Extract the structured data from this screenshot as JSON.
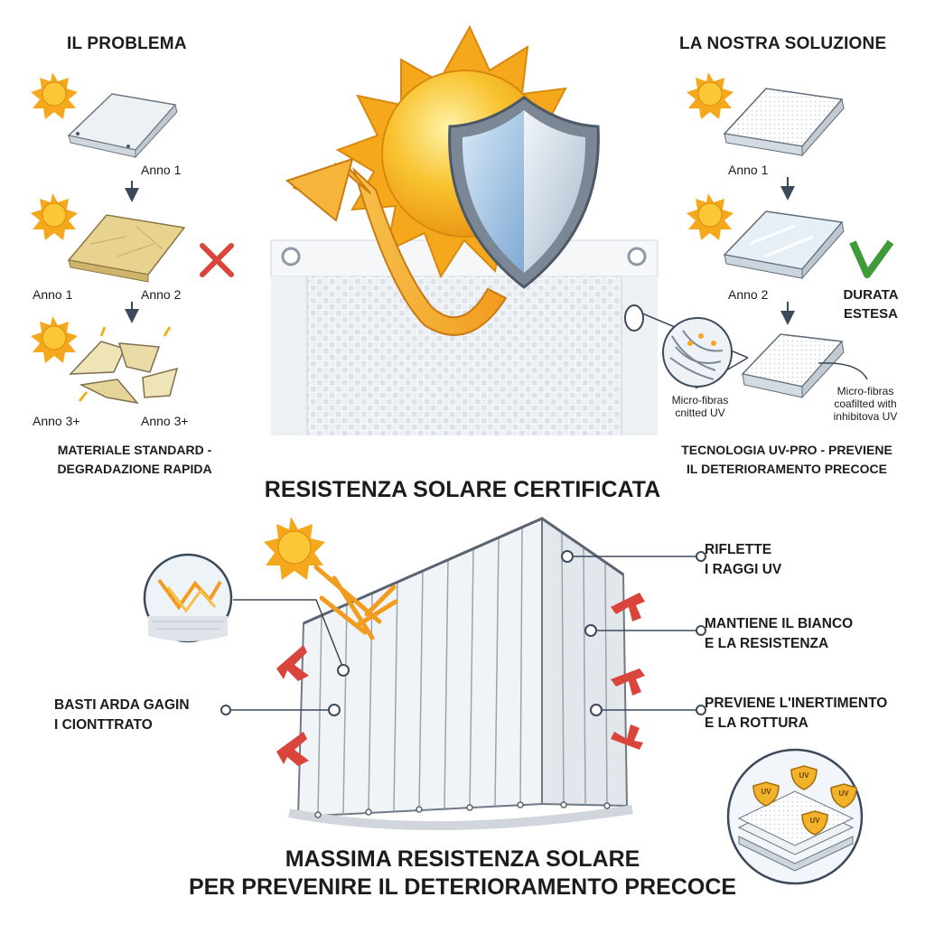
{
  "problem": {
    "heading": "IL PROBLEMA",
    "labels": [
      "Anno 1",
      "Anno 1",
      "Anno 2",
      "Anno 3+",
      "Anno 3+"
    ],
    "caption_line1": "MATERIALE STANDARD -",
    "caption_line2": "DEGRADAZIONE RAPIDA"
  },
  "solution": {
    "heading": "LA NOSTRA SOLUZIONE",
    "labels": [
      "Anno 1",
      "Anno 2"
    ],
    "badge_line1": "DURATA",
    "badge_line2": "ESTESA",
    "fiber_left_line1": "Micro-fibras",
    "fiber_left_line2": "cnitted UV",
    "fiber_right_line1": "Micro-fibras",
    "fiber_right_line2": "coafilted with",
    "fiber_right_line3": "inhibitova UV",
    "caption_line1": "TECNOLOGIA UV-PRO - PREVIENE",
    "caption_line2": "IL DETERIORAMENTO PRECOCE"
  },
  "center_title": "RESISTENZA SOLARE CERTIFICATA",
  "callouts": {
    "left_line1": "BASTI ARDA GAGIN",
    "left_line2": "I CIONTTRATO",
    "r1_line1": "RIFLETTE",
    "r1_line2": "I RAGGI UV",
    "r2_line1": "MANTIENE IL BIANCO",
    "r2_line2": "E LA RESISTENZA",
    "r3_line1": "PREVIENE L'INERTIMENTO",
    "r3_line2": "E LA ROTTURA"
  },
  "uv_badge": "UV",
  "footer": {
    "line1": "MASSIMA RESISTENZA SOLARE",
    "line2": "PER PREVENIRE IL DETERIORAMENTO PRECOCE"
  },
  "colors": {
    "sun": "#f7b21a",
    "shield_blue": "#8fb8df",
    "arrow_orange": "#f4a62a",
    "red_x": "#d9443b",
    "green_check": "#3f9a3a",
    "red_arrow": "#d9443b"
  }
}
